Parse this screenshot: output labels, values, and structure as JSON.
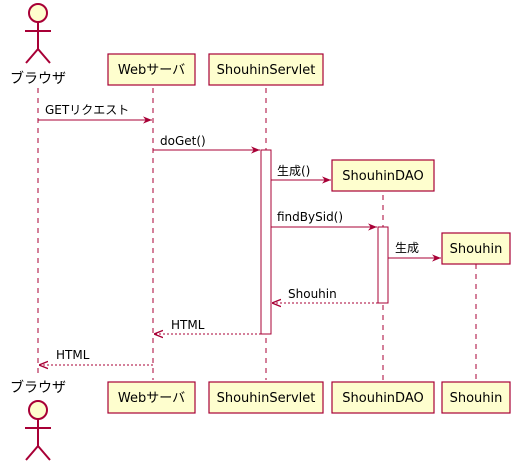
{
  "participants": {
    "browser": "ブラウザ",
    "webserver": "Webサーバ",
    "servlet": "ShouhinServlet",
    "dao": "ShouhinDAO",
    "entity": "Shouhin"
  },
  "messages": {
    "get_request": "GETリクエスト",
    "do_get": "doGet()",
    "create_dao": "生成()",
    "find_by_sid": "findBySid()",
    "create_entity": "生成",
    "return_shouhin": "Shouhin",
    "return_html_servlet": "HTML",
    "return_html_web": "HTML"
  },
  "colors": {
    "participant_fill": "#FEFECE",
    "border": "#A80036",
    "text": "#000000",
    "background": "#FFFFFF"
  }
}
